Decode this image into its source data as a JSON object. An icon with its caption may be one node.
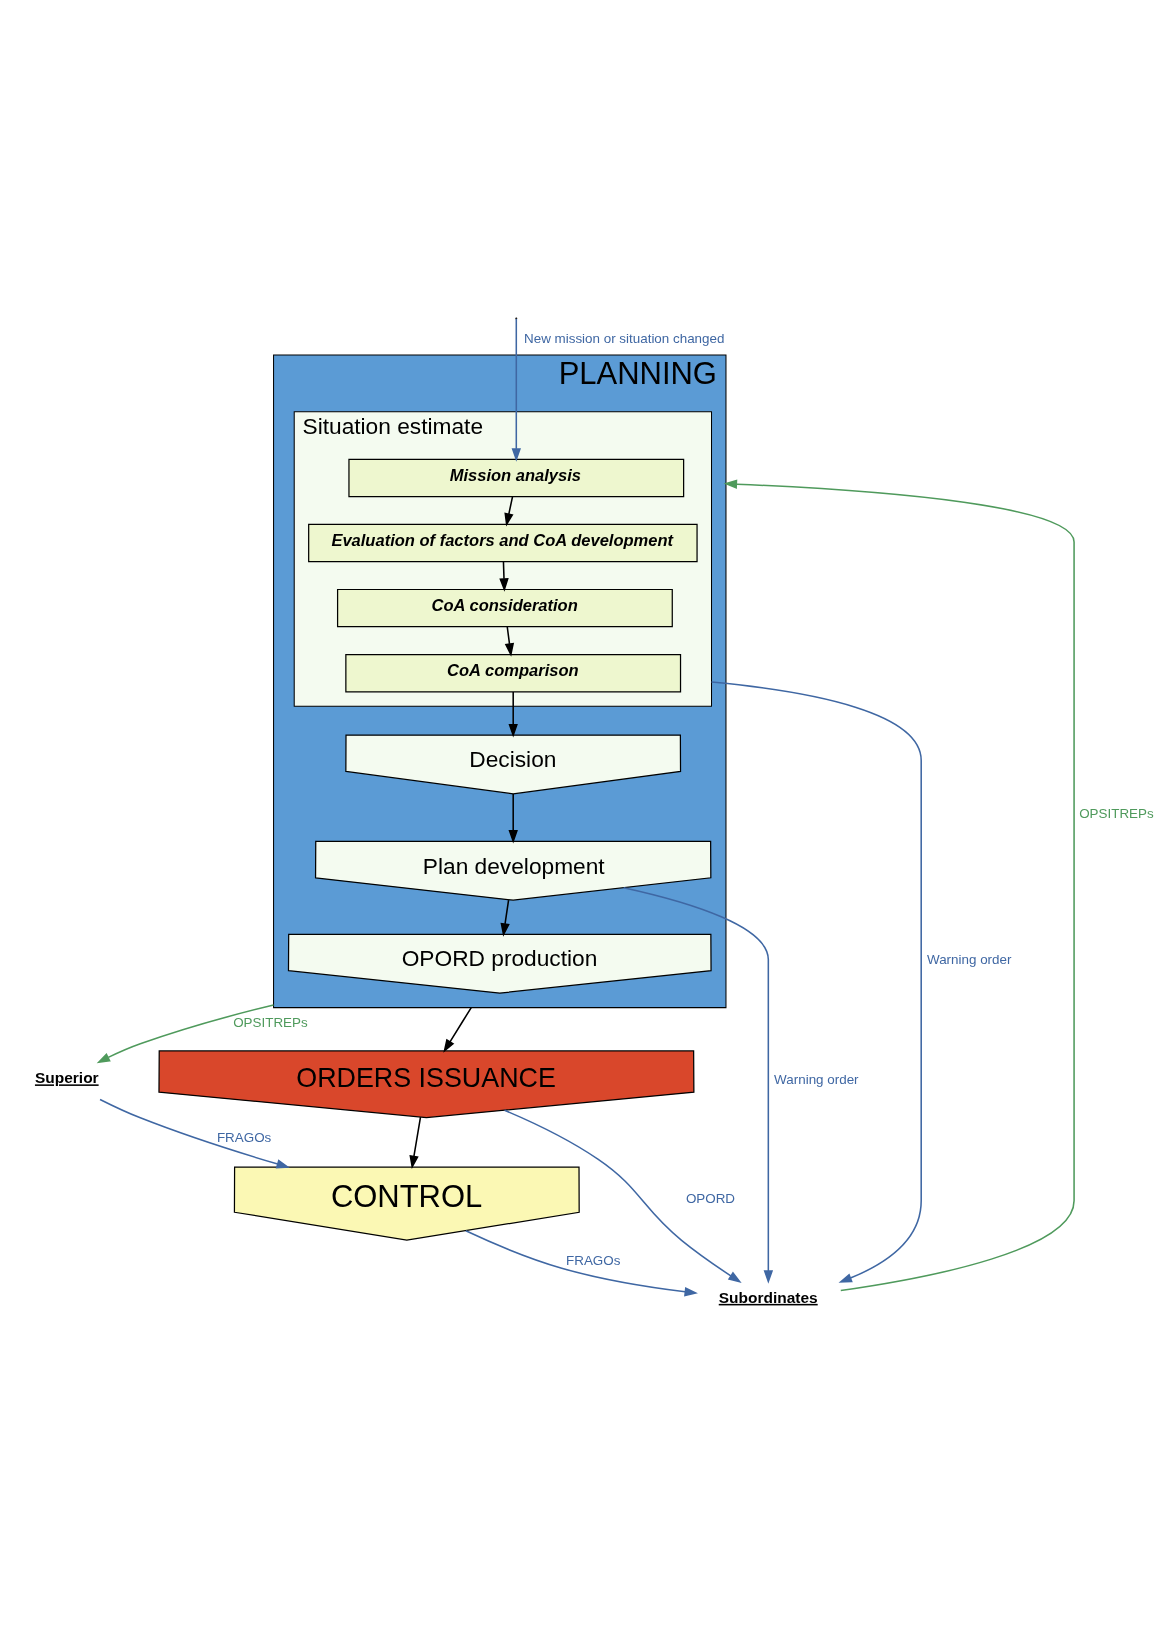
{
  "diagram": {
    "nodes": [
      {
        "text": [
          "PLANNING"
        ]
      },
      {
        "text": [
          "Situation estimate"
        ],
        "in": 0
      },
      {
        "text": [
          "Mission analysis"
        ],
        "in": 1
      },
      {
        "text": [
          "Evaluation of factors and CoA development"
        ],
        "in": 1
      },
      {
        "text": [
          "CoA consideration"
        ],
        "in": 1
      },
      {
        "text": [
          "CoA comparison"
        ],
        "in": 1
      },
      {
        "text": [
          "Decision"
        ],
        "in": 0
      },
      {
        "text": [
          "Plan development"
        ],
        "in": 0
      },
      {
        "text": [
          "OPORD production"
        ],
        "in": 0
      },
      {
        "text": [
          "ORDERS ISSUANCE"
        ]
      },
      {
        "text": [
          "CONTROL"
        ]
      },
      {
        "text": [
          "Superior"
        ]
      },
      {
        "text": [
          "Subordinates"
        ]
      }
    ],
    "edges": [
      {
        "from": null,
        "to": 2,
        "arrow": "to",
        "label": "New mission or situation changed",
        "color": "#3f67a3"
      },
      {
        "from": 2,
        "to": 3,
        "arrow": "to"
      },
      {
        "from": 3,
        "to": 4,
        "arrow": "to"
      },
      {
        "from": 4,
        "to": 5,
        "arrow": "to"
      },
      {
        "from": 5,
        "to": 6,
        "arrow": "to"
      },
      {
        "from": 6,
        "to": 7,
        "arrow": "to"
      },
      {
        "from": 7,
        "to": 8,
        "arrow": "to"
      },
      {
        "from": 0,
        "to": 9,
        "arrow": "to"
      },
      {
        "from": 9,
        "to": 10,
        "arrow": "to"
      },
      {
        "from": 1,
        "to": 12,
        "arrow": "to",
        "label": "Warning order",
        "color": "#3f67a3"
      },
      {
        "from": 7,
        "to": 12,
        "arrow": "to",
        "label": "Warning order",
        "color": "#3f67a3"
      },
      {
        "from": 9,
        "to": 12,
        "arrow": "to",
        "label": "OPORD",
        "color": "#3f67a3"
      },
      {
        "from": 10,
        "to": 12,
        "arrow": "to",
        "label": "FRAGOs",
        "color": "#3f67a3"
      },
      {
        "from": 11,
        "to": 10,
        "arrow": "to",
        "label": "FRAGOs",
        "color": "#3f67a3"
      },
      {
        "from": 12,
        "to": 0,
        "arrow": "to",
        "label": "OPSITREPs",
        "color": "#4f9a5c"
      },
      {
        "from": 0,
        "to": 11,
        "arrow": "to",
        "label": "OPSITREPs",
        "color": "#4f9a5c"
      }
    ]
  }
}
